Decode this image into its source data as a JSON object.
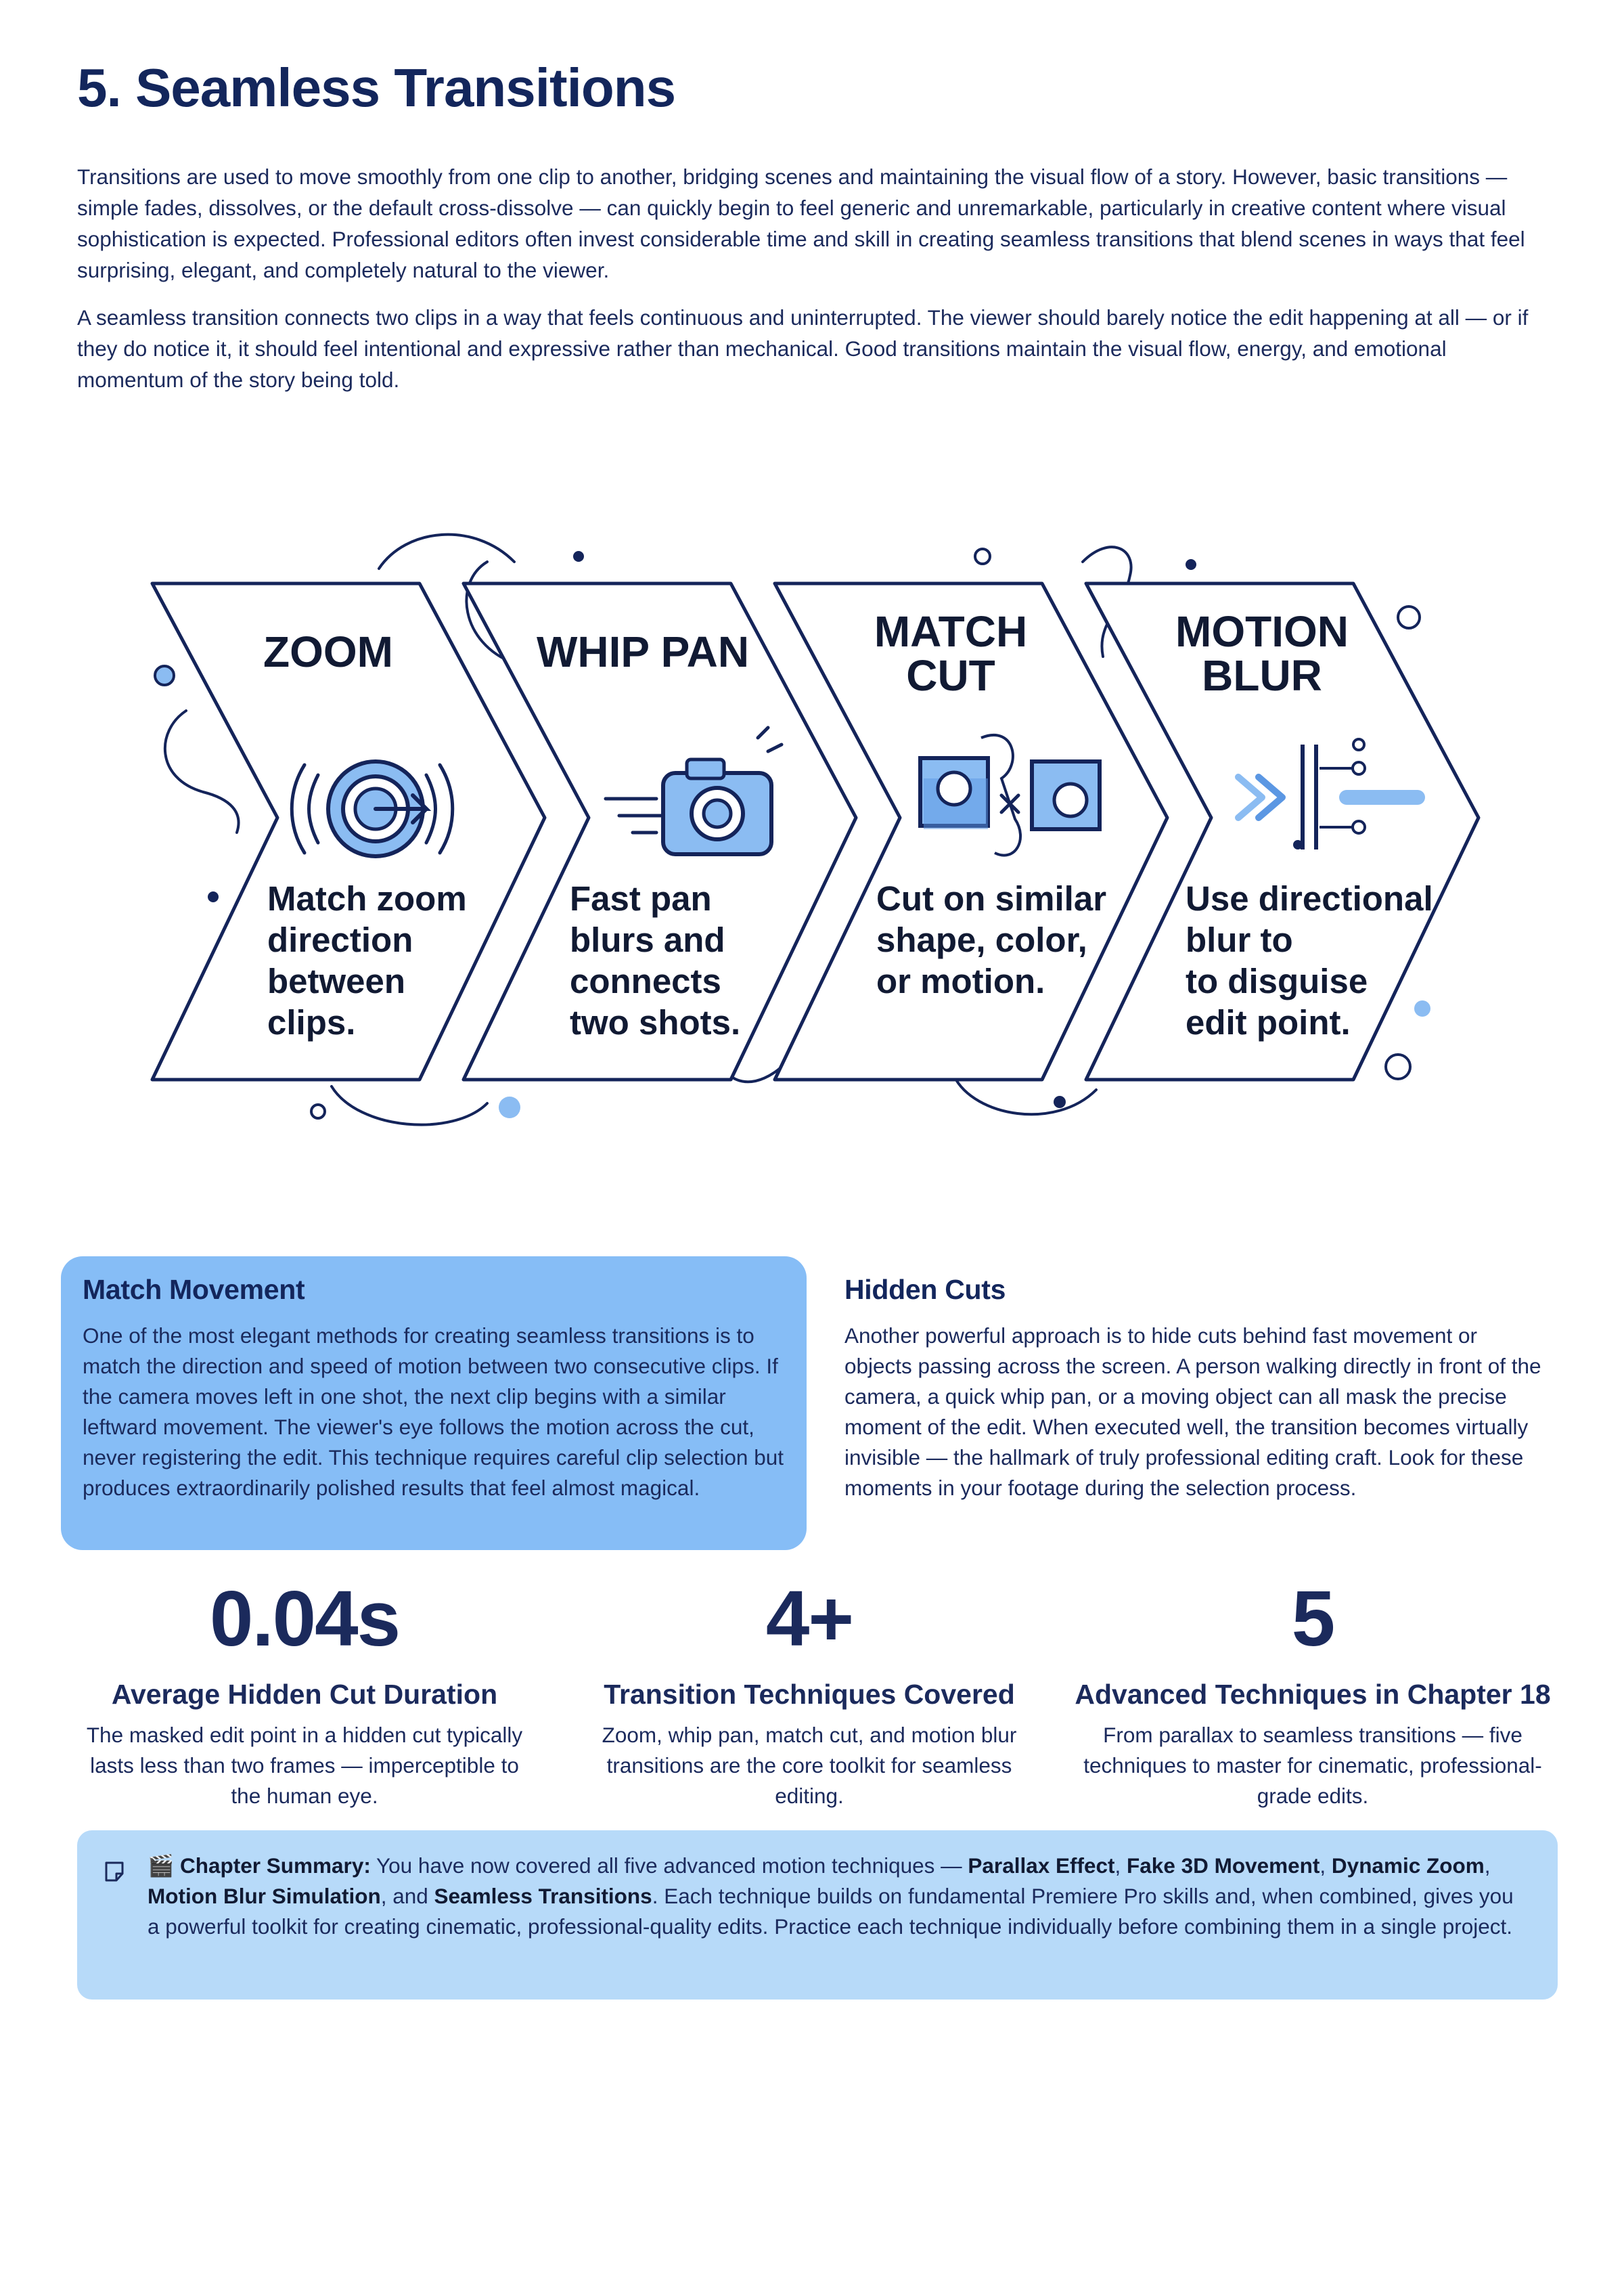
{
  "heading": "5. Seamless Transitions",
  "intro": [
    "Transitions are used to move smoothly from one clip to another, bridging scenes and maintaining the visual flow of a story. However, basic transitions — simple fades, dissolves, or the default cross-dissolve — can quickly begin to feel generic and unremarkable, particularly in creative content where visual sophistication is expected. Professional editors often invest considerable time and skill in creating seamless transitions that blend scenes in ways that feel surprising, elegant, and completely natural to the viewer.",
    "A seamless transition connects two clips in a way that feels continuous and uninterrupted. The viewer should barely notice the edit happening at all — or if they do notice it, it should feel intentional and expressive rather than mechanical. Good transitions maintain the visual flow, energy, and emotional momentum of the story being told."
  ],
  "diagram": {
    "steps": [
      {
        "title_lines": [
          "ZOOM"
        ],
        "desc_lines": [
          "Match zoom",
          "direction",
          "between",
          "clips."
        ],
        "icon": "zoom-target-icon"
      },
      {
        "title_lines": [
          "WHIP PAN"
        ],
        "desc_lines": [
          "Fast pan",
          "blurs and",
          "connects",
          "two shots."
        ],
        "icon": "camera-icon"
      },
      {
        "title_lines": [
          "MATCH",
          "CUT"
        ],
        "desc_lines": [
          "Cut on similar",
          "shape, color,",
          "or motion."
        ],
        "icon": "match-frames-icon"
      },
      {
        "title_lines": [
          "MOTION",
          "BLUR"
        ],
        "desc_lines": [
          "Use directional",
          "blur to",
          "to disguise",
          "edit point."
        ],
        "icon": "motion-blur-icon"
      }
    ],
    "colors": {
      "outline": "#14245a",
      "accent": "#8bbcf2",
      "accent_dark": "#5b97e3"
    }
  },
  "cards": {
    "match_movement": {
      "title": "Match Movement",
      "body": "One of the most elegant methods for creating seamless transitions is to match the direction and speed of motion between two consecutive clips. If the camera moves left in one shot, the next clip begins with a similar leftward movement. The viewer's eye follows the motion across the cut, never registering the edit. This technique requires careful clip selection but produces extraordinarily polished results that feel almost magical."
    },
    "hidden_cuts": {
      "title": "Hidden Cuts",
      "body": "Another powerful approach is to hide cuts behind fast movement or objects passing across the screen. A person walking directly in front of the camera, a quick whip pan, or a moving object can all mask the precise moment of the edit. When executed well, the transition becomes virtually invisible — the hallmark of truly professional editing craft. Look for these moments in your footage during the selection process."
    }
  },
  "stats": [
    {
      "value": "0.04s",
      "label": "Average Hidden Cut Duration",
      "desc": "The masked edit point in a hidden cut typically lasts less than two frames — imperceptible to the human eye."
    },
    {
      "value": "4+",
      "label": "Transition Techniques Covered",
      "desc": "Zoom, whip pan, match cut, and motion blur transitions are the core toolkit for seamless editing."
    },
    {
      "value": "5",
      "label": "Advanced Techniques in Chapter 18",
      "desc": "From parallax to seamless transitions — five techniques to master for cinematic, professional-grade edits."
    }
  ],
  "summary": {
    "icon": "note-icon",
    "emoji": "🎬",
    "lead": "Chapter Summary:",
    "t1": " You have now covered all five advanced motion techniques — ",
    "k1": "Parallax Effect",
    "t2": ", ",
    "k2": "Fake 3D Movement",
    "t3": ", ",
    "k3": "Dynamic Zoom",
    "t4": ", ",
    "k4": "Motion Blur Simulation",
    "t5": ", and ",
    "k5": "Seamless Transitions",
    "t6": ". Each technique builds on fundamental Premiere Pro skills and, when combined, gives you a powerful toolkit for creating cinematic, professional-quality edits. Practice each technique individually before combining them in a single project."
  }
}
